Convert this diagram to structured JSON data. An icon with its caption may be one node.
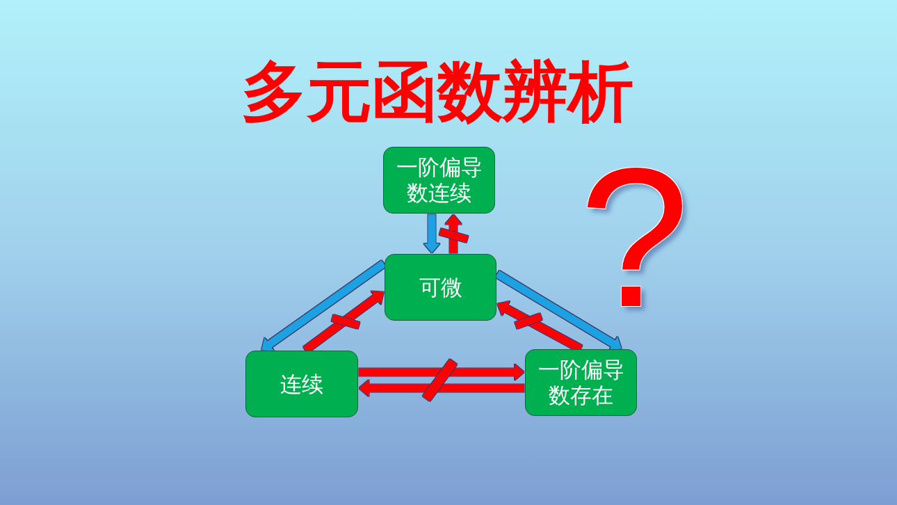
{
  "diagram": {
    "title": "多元函数辨析",
    "nodes": [
      {
        "text": [
          "一阶偏导数连续"
        ]
      },
      {
        "text": [
          "可微"
        ]
      },
      {
        "text": [
          "连续"
        ]
      },
      {
        "text": [
          "一阶偏导数存在"
        ]
      }
    ],
    "edges": [
      {
        "from": 0,
        "to": 1,
        "arrow": "to",
        "color": "#1ba1e2"
      },
      {
        "from": 1,
        "to": 0,
        "arrow": "to"
      },
      {
        "from": 1,
        "to": 2,
        "arrow": "to",
        "color": "#1ba1e2"
      },
      {
        "from": 2,
        "to": 1,
        "arrow": "to"
      },
      {
        "from": 1,
        "to": 3,
        "arrow": "to",
        "color": "#1ba1e2"
      },
      {
        "from": 3,
        "to": 1,
        "arrow": "to"
      },
      {
        "from": 2,
        "to": 3,
        "arrow": "to"
      },
      {
        "from": 3,
        "to": 2,
        "arrow": "to"
      }
    ],
    "labels": [
      "?"
    ]
  }
}
